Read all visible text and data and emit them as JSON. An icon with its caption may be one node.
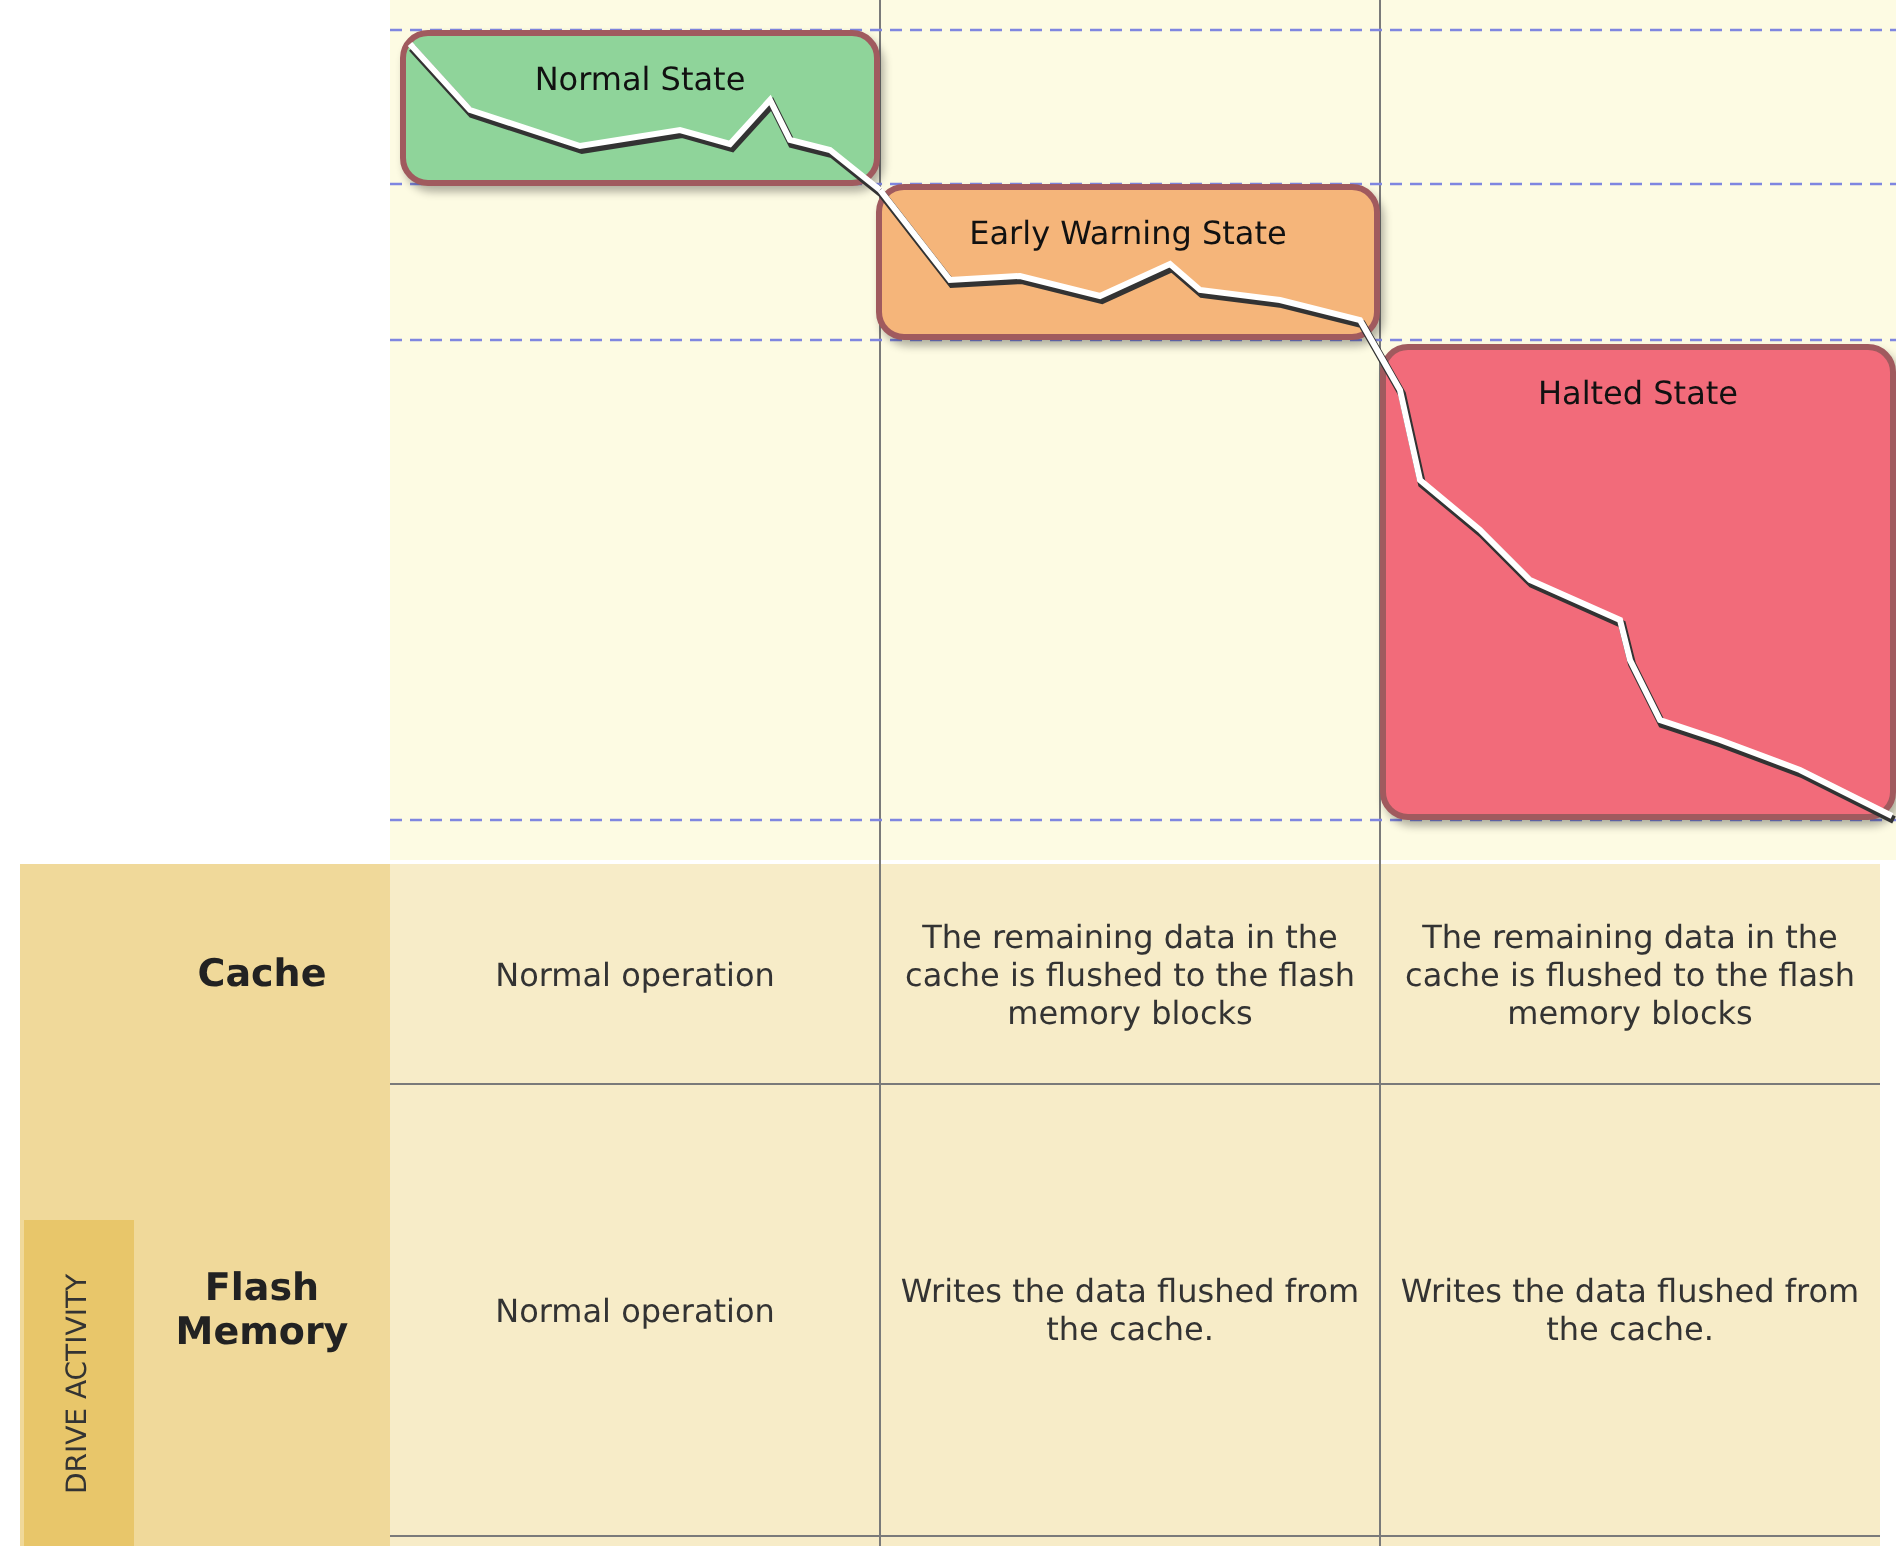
{
  "diagram": {
    "nodes": [
      {
        "text": [
          "Normal State"
        ]
      },
      {
        "text": [
          "Early Warning State"
        ]
      },
      {
        "text": [
          "Halted State"
        ]
      }
    ],
    "edges": [
      {
        "from": 0,
        "to": 1,
        "arrow": "none"
      },
      {
        "from": 1,
        "to": 2,
        "arrow": "none"
      }
    ],
    "labels": [
      "Cache",
      "Normal operation",
      "The remaining data in the cache is flushed to the flash memory blocks",
      "The remaining data in the cache is flushed to the flash memory blocks",
      "Flash Memory",
      "Normal operation",
      "Writes the data flushed from the cache.",
      "Writes the data flushed from the cache.",
      "DRIVE ACTIVITY"
    ]
  }
}
